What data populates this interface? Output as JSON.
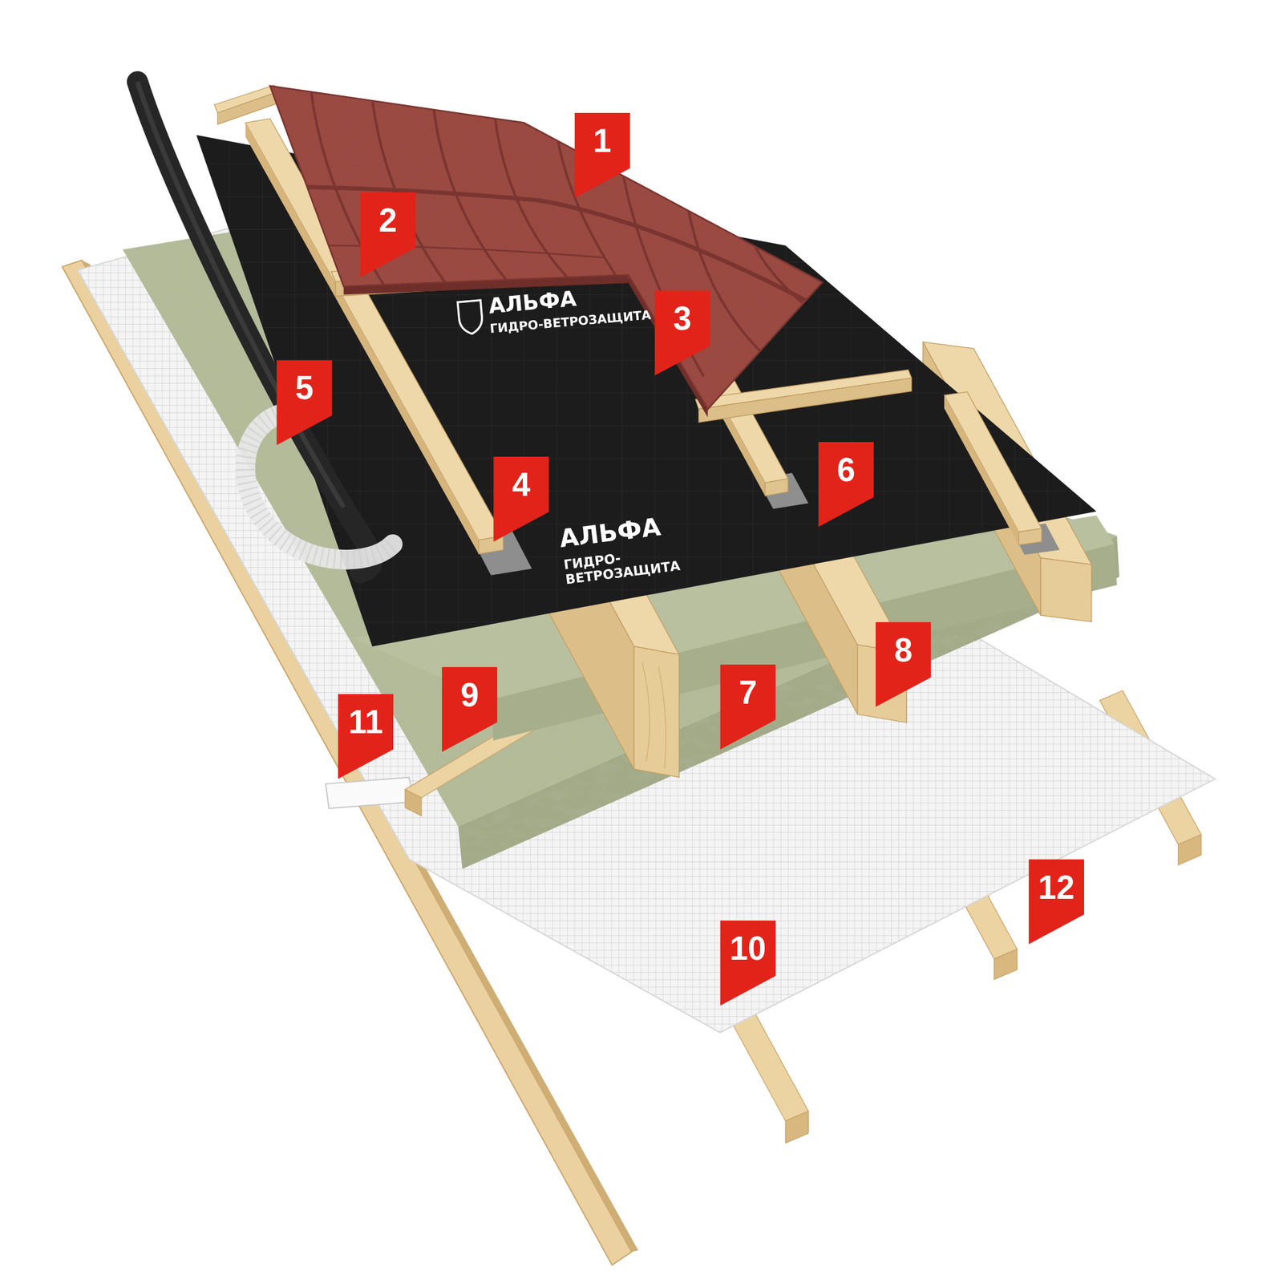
{
  "diagram": {
    "labels": [
      "1",
      "2",
      "3",
      "4",
      "5",
      "6",
      "7",
      "8",
      "9",
      "10",
      "11",
      "12",
      "АЛЬФА",
      "ГИДРО-ВЕТРОЗАЩИТА",
      "АЛЬФА",
      "ГИДРО- ВЕТРОЗАЩИТА"
    ]
  }
}
